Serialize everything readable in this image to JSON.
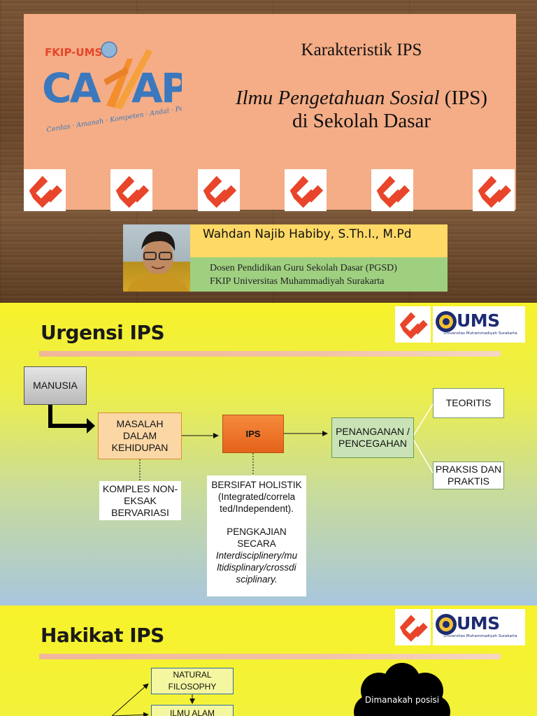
{
  "slide1": {
    "logo": {
      "top_text": "FKIP-UMS",
      "big_text_left": "CA",
      "big_text_right": "AP",
      "tagline": "Cerdas · Amanah · Kompeten · Andal · Pembaharu"
    },
    "title": "Karakteristik IPS",
    "subtitle_italic": "Ilmu Pengetahuan Sosial",
    "subtitle_rest": " (IPS)",
    "subtitle_line2": "di Sekolah Dasar",
    "author": {
      "name": "Wahdan Najib Habiby, S.Th.I., M.Pd",
      "affiliation_line1": "Dosen Pendidikan Guru Sekolah Dasar (PGSD)",
      "affiliation_line2": "FKIP Universitas Muhammadiyah Surakarta"
    }
  },
  "logos": {
    "ums_text": "UMS",
    "ums_sub": "Universitas Muhammadiyah Surakarta"
  },
  "colors": {
    "card_bg": "#f4ad86",
    "pgsd_red": "#e8452a",
    "ums_navy": "#1d2b73",
    "author_yellow": "#ffd966",
    "author_green": "#9fd080"
  },
  "slide2": {
    "heading": "Urgensi IPS",
    "nodes": {
      "manusia": "MANUSIA",
      "masalah": "MASALAH DALAM KEHIDUPAN",
      "ips": "IPS",
      "penanganan": "PENANGANAN / PENCEGAHAN",
      "teoritis": "TEORITIS",
      "praksis": "PRAKSIS DAN PRAKTIS",
      "komples": "KOMPLES NON-EKSAK BERVARIASI",
      "holistik_p1": "BERSIFAT HOLISTIK (Integrated/correla ted/Independent).",
      "holistik_p2": "PENGKAJIAN SECARA",
      "holistik_p3": "Interdisciplinery/mu ltidisplinary/crossdi sciplinary."
    }
  },
  "slide3": {
    "heading": "Hakikat IPS",
    "nodes": {
      "natural": "NATURAL FILOSOPHY",
      "ilmu_alam": "ILMU ALAM"
    },
    "cloud_text": "Dimanakah posisi"
  }
}
